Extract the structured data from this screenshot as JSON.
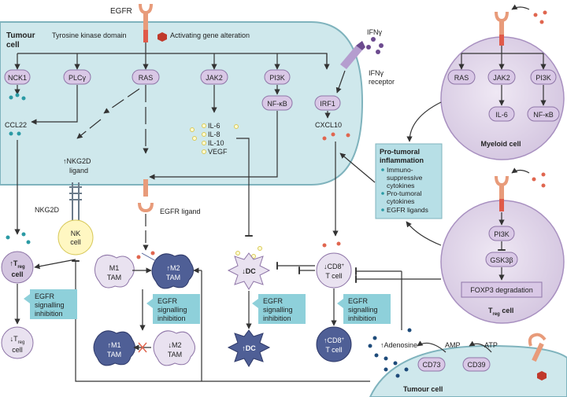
{
  "tumour_cell": {
    "title_line1": "Tumour",
    "title_line2": "cell",
    "egfr_top": "EGFR",
    "tk_domain": "Tyrosine kinase domain",
    "activating_alteration": "Activating gene alteration",
    "nodes": {
      "nck1": "NCK1",
      "plcg": "PLCγ",
      "ras": "RAS",
      "jak2": "JAK2",
      "pi3k": "PI3K",
      "nfkb": "NF-κB",
      "irf1": "IRF1"
    },
    "ccl22": "CCL22",
    "nkg2d_ligand_line1": "↑NKG2D",
    "nkg2d_ligand_line2": "ligand",
    "cytokines": [
      "IL-6",
      "IL-8",
      "IL-10",
      "VEGF"
    ],
    "cxcl10": "CXCL10"
  },
  "ifn": {
    "ifng": "IFNγ",
    "receptor_line1": "IFNγ",
    "receptor_line2": "receptor"
  },
  "myeloid_cell": {
    "title": "Myeloid cell",
    "nodes": [
      "RAS",
      "JAK2",
      "PI3K"
    ],
    "outputs": [
      "IL-6",
      "NF-κB"
    ]
  },
  "protumoral_box": {
    "title_line1": "Pro-tumoral",
    "title_line2": "inflammation",
    "items": [
      "Immuno-",
      "suppressive",
      "cytokines",
      "Pro-tumoral",
      "cytokines",
      "EGFR ligands"
    ]
  },
  "treg_cell": {
    "pi3k": "PI3K",
    "gsk3b": "GSK3β",
    "foxp3": "FOXP3 degradation",
    "title_main": "T",
    "title_sub": "reg",
    "title_tail": " cell"
  },
  "immune": {
    "nkg2d": "NKG2D",
    "nk_line1": "NK",
    "nk_line2": "cell",
    "egfr_ligand": "EGFR ligand",
    "treg_up_line1": "↑T",
    "treg_up_sub": "reg",
    "treg_up_line2": "cell",
    "treg_down_line1": "↓T",
    "treg_down_sub": "reg",
    "treg_down_line2": "cell",
    "m1_line1": "M1",
    "m1_line2": "TAM",
    "m2_up_line1": "↑M2",
    "m2_up_line2": "TAM",
    "m1_up_line1": "↑M1",
    "m1_up_line2": "TAM",
    "m2_down_line1": "↓M2",
    "m2_down_line2": "TAM",
    "dc_down": "↓DC",
    "dc_up": "↑DC",
    "cd8_down_line1": "↓CD8",
    "cd8_down_line2": "T cell",
    "cd8_up_line1": "↑CD8",
    "cd8_up_line2": "T cell",
    "cd8_sup": "+",
    "egfr_inhibition": [
      "EGFR",
      "signalling",
      "inhibition"
    ]
  },
  "adenosine": {
    "adenosine": "↑Adenosine",
    "amp": "AMP",
    "atp": "ATP",
    "cd73": "CD73",
    "cd39": "CD39"
  },
  "bottom_tumour_cell": "Tumour cell"
}
